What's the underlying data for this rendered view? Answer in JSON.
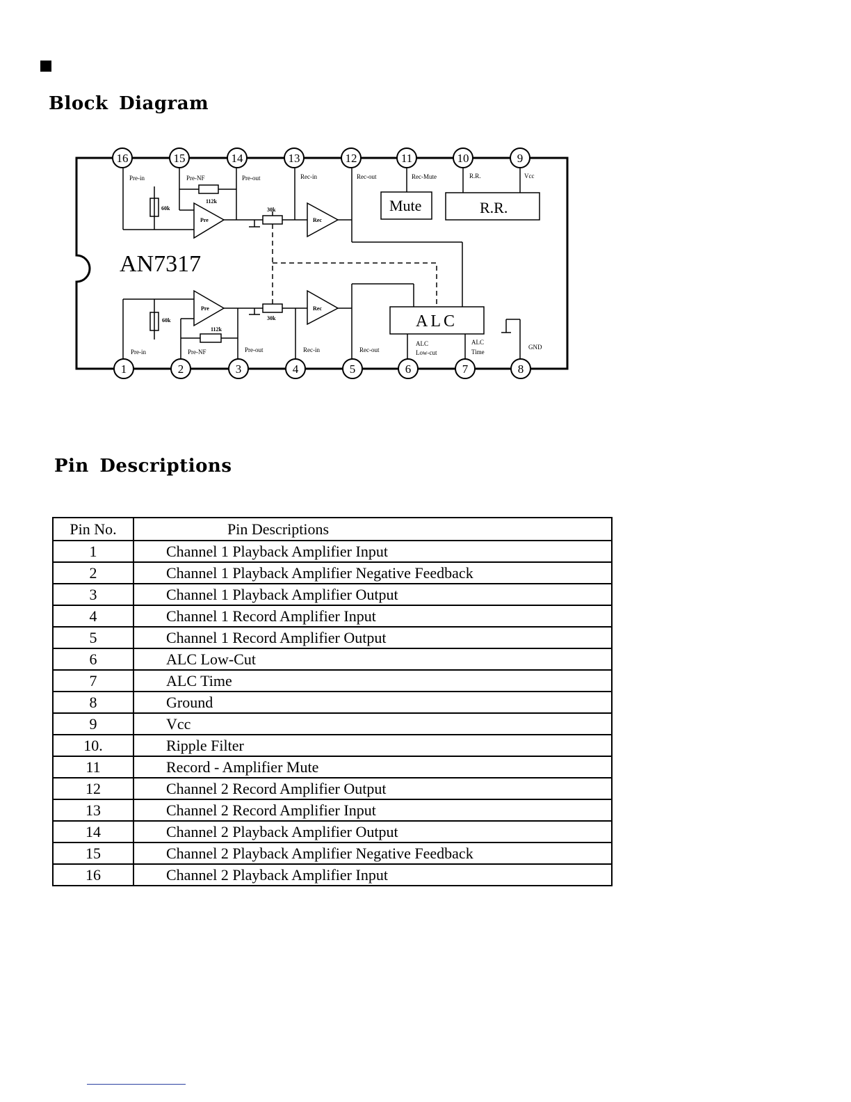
{
  "block_heading": "Block Diagram",
  "pin_heading": "Pin Descriptions",
  "diagram": {
    "chip_name": "AN7317",
    "pins": [
      "1",
      "2",
      "3",
      "4",
      "5",
      "6",
      "7",
      "8",
      "9",
      "10",
      "11",
      "12",
      "13",
      "14",
      "15",
      "16"
    ],
    "top_labels": {
      "pre_in": "Pre-in",
      "pre_nf": "Pre-NF",
      "pre_out": "Pre-out",
      "rec_in": "Rec-in",
      "rec_out": "Rec-out",
      "rec_mute": "Rec-Mute",
      "rr": "R.R.",
      "vcc": "Vcc"
    },
    "bottom_labels": {
      "pre_in": "Pre-in",
      "pre_nf": "Pre-NF",
      "pre_out": "Pre-out",
      "rec_in": "Rec-in",
      "rec_out": "Rec-out",
      "alc_low_cut_1": "ALC",
      "alc_low_cut_2": "Low-cut",
      "alc_time_1": "ALC",
      "alc_time_2": "Time",
      "gnd": "GND"
    },
    "blocks": {
      "mute": "Mute",
      "rr": "R.R.",
      "alc": "ALC"
    },
    "amps": {
      "pre": "Pre",
      "rec": "Rec"
    },
    "values": {
      "r60k": "60k",
      "r112k": "112k",
      "r30k": "30k"
    }
  },
  "table": {
    "headers": {
      "pin_no": "Pin No.",
      "description": "Pin Descriptions"
    },
    "rows": [
      {
        "pin": "1",
        "desc": "Channel 1 Playback Amplifier Input"
      },
      {
        "pin": "2",
        "desc": "Channel 1 Playback Amplifier Negative Feedback"
      },
      {
        "pin": "3",
        "desc": "Channel 1 Playback Amplifier Output"
      },
      {
        "pin": "4",
        "desc": "Channel 1 Record Amplifier Input"
      },
      {
        "pin": "5",
        "desc": "Channel 1 Record Amplifier Output"
      },
      {
        "pin": "6",
        "desc": "ALC Low-Cut"
      },
      {
        "pin": "7",
        "desc": "ALC Time"
      },
      {
        "pin": "8",
        "desc": "Ground"
      },
      {
        "pin": "9",
        "desc": "Vcc"
      },
      {
        "pin": "10.",
        "desc": "Ripple Filter"
      },
      {
        "pin": "11",
        "desc": "Record - Amplifier Mute"
      },
      {
        "pin": "12",
        "desc": "Channel 2 Record Amplifier Output"
      },
      {
        "pin": "13",
        "desc": "Channel 2 Record Amplifier Input"
      },
      {
        "pin": "14",
        "desc": "Channel 2 Playback Amplifier Output"
      },
      {
        "pin": "15",
        "desc": "Channel 2 Playback Amplifier Negative Feedback"
      },
      {
        "pin": "16",
        "desc": "Channel 2 Playback Amplifier Input"
      }
    ]
  }
}
